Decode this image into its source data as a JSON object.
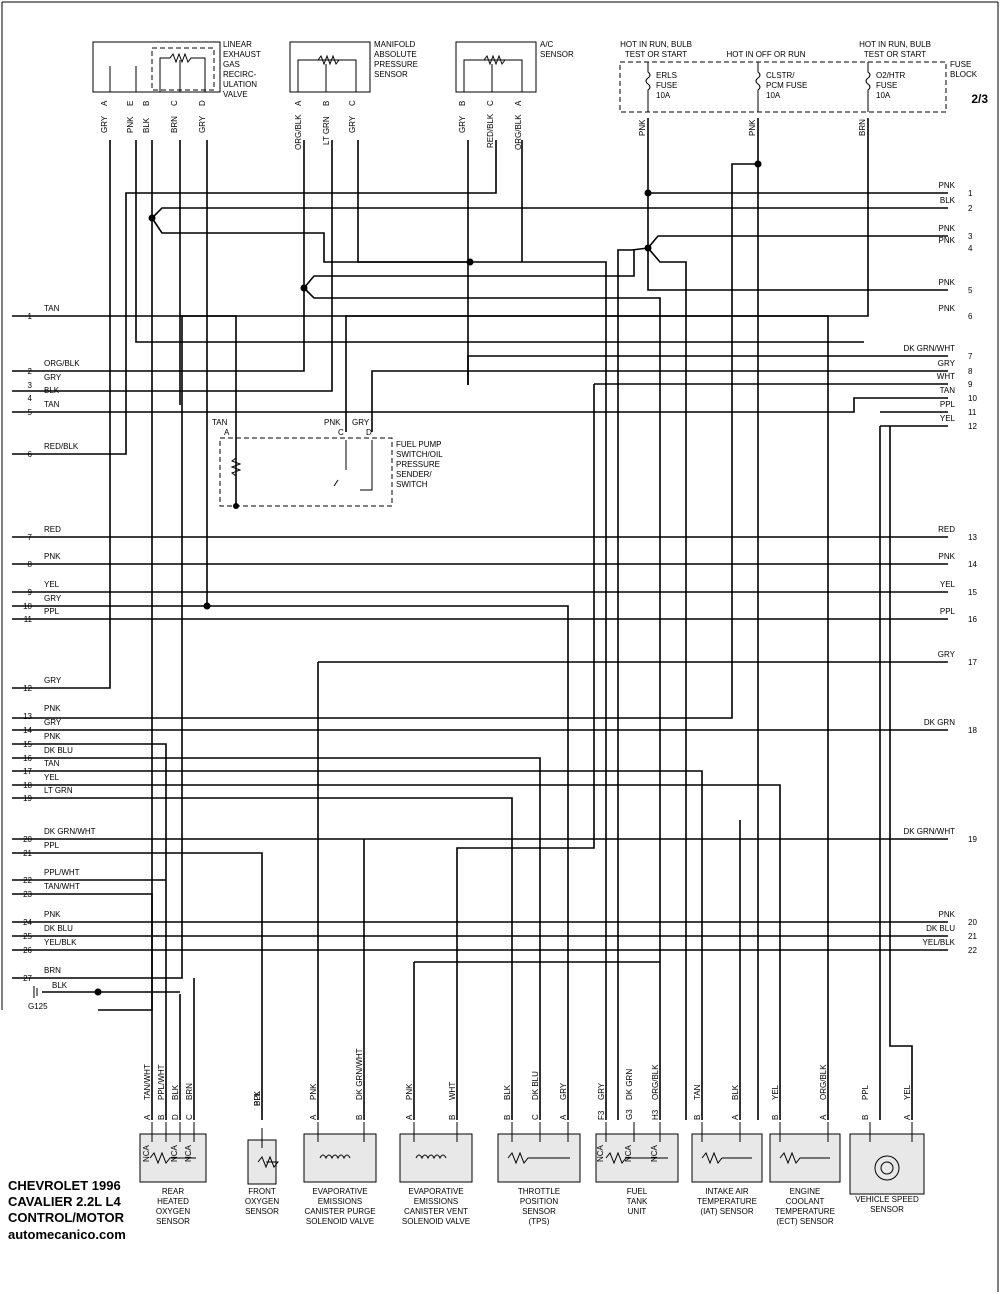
{
  "page": "2/3",
  "title_block": [
    "CHEVROLET 1996",
    "CAVALIER 2.2L  L4",
    "CONTROL/MOTOR",
    "automecanico.com"
  ],
  "top_components": {
    "egr": {
      "name": [
        "LINEAR",
        "EXHAUST",
        "GAS",
        "RECIRC-",
        "ULATION",
        "VALVE"
      ],
      "pins": [
        {
          "wire": "GRY",
          "pin": "A"
        },
        {
          "wire": "PNK",
          "pin": "E"
        },
        {
          "wire": "BLK",
          "pin": "B"
        },
        {
          "wire": "BRN",
          "pin": "C"
        },
        {
          "wire": "GRY",
          "pin": "D"
        }
      ]
    },
    "map": {
      "name": [
        "MANIFOLD",
        "ABSOLUTE",
        "PRESSURE",
        "SENSOR"
      ],
      "pins": [
        {
          "wire": "ORG/BLK",
          "pin": "A"
        },
        {
          "wire": "LT GRN",
          "pin": "B"
        },
        {
          "wire": "GRY",
          "pin": "C"
        }
      ]
    },
    "ac": {
      "name": [
        "A/C",
        "SENSOR"
      ],
      "pins": [
        {
          "wire": "GRY",
          "pin": "B"
        },
        {
          "wire": "RED/BLK",
          "pin": "C"
        },
        {
          "wire": "ORG/BLK",
          "pin": "A"
        }
      ]
    },
    "fuse_block": {
      "label": [
        "FUSE",
        "BLOCK"
      ],
      "headers": [
        [
          "HOT IN RUN, BULB",
          "TEST OR START"
        ],
        [
          "HOT IN OFF OR RUN"
        ],
        [
          "HOT IN RUN, BULB",
          "TEST OR START"
        ]
      ],
      "fuses": [
        [
          "ERLS",
          "FUSE",
          "10A"
        ],
        [
          "CLSTR/",
          "PCM FUSE",
          "10A"
        ],
        [
          "O2/HTR",
          "FUSE",
          "10A"
        ]
      ],
      "wires": [
        "PNK",
        "PNK",
        "BRN"
      ]
    }
  },
  "left_pins": [
    {
      "n": "1",
      "wire": "TAN"
    },
    {
      "n": "2",
      "wire": "ORG/BLK"
    },
    {
      "n": "3",
      "wire": "GRY"
    },
    {
      "n": "4",
      "wire": "BLK"
    },
    {
      "n": "5",
      "wire": "TAN"
    },
    {
      "n": "6",
      "wire": "RED/BLK"
    },
    {
      "n": "7",
      "wire": "RED"
    },
    {
      "n": "8",
      "wire": "PNK"
    },
    {
      "n": "9",
      "wire": "YEL"
    },
    {
      "n": "10",
      "wire": "GRY"
    },
    {
      "n": "11",
      "wire": "PPL"
    },
    {
      "n": "12",
      "wire": "GRY"
    },
    {
      "n": "13",
      "wire": "PNK"
    },
    {
      "n": "14",
      "wire": "GRY"
    },
    {
      "n": "15",
      "wire": "PNK"
    },
    {
      "n": "16",
      "wire": "DK BLU"
    },
    {
      "n": "17",
      "wire": "TAN"
    },
    {
      "n": "18",
      "wire": "YEL"
    },
    {
      "n": "19",
      "wire": "LT GRN"
    },
    {
      "n": "20",
      "wire": "DK GRN/WHT"
    },
    {
      "n": "21",
      "wire": "PPL"
    },
    {
      "n": "22",
      "wire": "PPL/WHT"
    },
    {
      "n": "23",
      "wire": "TAN/WHT"
    },
    {
      "n": "24",
      "wire": "PNK"
    },
    {
      "n": "25",
      "wire": "DK BLU"
    },
    {
      "n": "26",
      "wire": "YEL/BLK"
    },
    {
      "n": "27",
      "wire": "BRN"
    }
  ],
  "ground": {
    "wire": "BLK",
    "label": "G125"
  },
  "right_pins": [
    {
      "n": "1",
      "wire": "PNK"
    },
    {
      "n": "2",
      "wire": "BLK"
    },
    {
      "n": "3",
      "wire": "PNK"
    },
    {
      "n": "4",
      "wire": "PNK"
    },
    {
      "n": "5",
      "wire": "PNK"
    },
    {
      "n": "6",
      "wire": "PNK"
    },
    {
      "n": "7",
      "wire": "DK GRN/WHT"
    },
    {
      "n": "8",
      "wire": "GRY"
    },
    {
      "n": "9",
      "wire": "WHT"
    },
    {
      "n": "10",
      "wire": "TAN"
    },
    {
      "n": "11",
      "wire": "PPL"
    },
    {
      "n": "12",
      "wire": "YEL"
    },
    {
      "n": "13",
      "wire": "RED"
    },
    {
      "n": "14",
      "wire": "PNK"
    },
    {
      "n": "15",
      "wire": "YEL"
    },
    {
      "n": "16",
      "wire": "PPL"
    },
    {
      "n": "17",
      "wire": "GRY"
    },
    {
      "n": "18",
      "wire": "DK GRN"
    },
    {
      "n": "19",
      "wire": "DK GRN/WHT"
    },
    {
      "n": "20",
      "wire": "PNK"
    },
    {
      "n": "21",
      "wire": "DK BLU"
    },
    {
      "n": "22",
      "wire": "YEL/BLK"
    }
  ],
  "fuel_pump": {
    "name": [
      "FUEL PUMP",
      "SWITCH/OIL",
      "PRESSURE",
      "SENDER/",
      "SWITCH"
    ],
    "pins": [
      {
        "wire": "TAN",
        "pin": "A"
      },
      {
        "wire": "PNK",
        "pin": "C"
      },
      {
        "wire": "GRY",
        "pin": "D"
      }
    ]
  },
  "bottom_components": [
    {
      "name": [
        "REAR",
        "HEATED",
        "OXYGEN",
        "SENSOR"
      ],
      "pins": [
        {
          "wire": "TAN/WHT",
          "pin": "A",
          "nca": "NCA"
        },
        {
          "wire": "PPL/WHT",
          "pin": "B",
          "nca": ""
        },
        {
          "wire": "BLK",
          "pin": "D",
          "nca": "NCA"
        },
        {
          "wire": "BRN",
          "pin": "C",
          "nca": "NCA"
        }
      ]
    },
    {
      "name": [
        "FRONT",
        "OXYGEN",
        "SENSOR"
      ],
      "pins": [
        {
          "wire": "PPL",
          "pin": "",
          "nca": ""
        },
        {
          "wire": "BLK",
          "pin": "",
          "nca": ""
        }
      ]
    },
    {
      "name": [
        "EVAPORATIVE",
        "EMISSIONS",
        "CANISTER PURGE",
        "SOLENOID VALVE"
      ],
      "pins": [
        {
          "wire": "PNK",
          "pin": "A",
          "nca": ""
        },
        {
          "wire": "DK GRN/WHT",
          "pin": "B",
          "nca": ""
        }
      ]
    },
    {
      "name": [
        "EVAPORATIVE",
        "EMISSIONS",
        "CANISTER VENT",
        "SOLENOID VALVE"
      ],
      "pins": [
        {
          "wire": "PNK",
          "pin": "A",
          "nca": ""
        },
        {
          "wire": "WHT",
          "pin": "B",
          "nca": ""
        }
      ]
    },
    {
      "name": [
        "THROTTLE",
        "POSITION",
        "SENSOR",
        "(TPS)"
      ],
      "pins": [
        {
          "wire": "BLK",
          "pin": "B",
          "nca": ""
        },
        {
          "wire": "DK BLU",
          "pin": "C",
          "nca": ""
        },
        {
          "wire": "GRY",
          "pin": "A",
          "nca": ""
        }
      ]
    },
    {
      "name": [
        "FUEL",
        "TANK",
        "UNIT"
      ],
      "pins": [
        {
          "wire": "GRY",
          "pin": "F3",
          "nca": "NCA"
        },
        {
          "wire": "DK GRN",
          "pin": "G3",
          "nca": "NCA"
        },
        {
          "wire": "ORG/BLK",
          "pin": "H3",
          "nca": "NCA"
        }
      ]
    },
    {
      "name": [
        "INTAKE AIR",
        "TEMPERATURE",
        "(IAT) SENSOR"
      ],
      "pins": [
        {
          "wire": "TAN",
          "pin": "B",
          "nca": ""
        },
        {
          "wire": "BLK",
          "pin": "A",
          "nca": ""
        }
      ]
    },
    {
      "name": [
        "ENGINE",
        "COOLANT",
        "TEMPERATURE",
        "(ECT) SENSOR"
      ],
      "pins": [
        {
          "wire": "YEL",
          "pin": "B",
          "nca": ""
        },
        {
          "wire": "ORG/BLK",
          "pin": "A",
          "nca": ""
        }
      ]
    },
    {
      "name": [
        "VEHICLE SPEED",
        "SENSOR"
      ],
      "pins": [
        {
          "wire": "PPL",
          "pin": "B",
          "nca": ""
        },
        {
          "wire": "YEL",
          "pin": "A",
          "nca": ""
        }
      ]
    }
  ]
}
